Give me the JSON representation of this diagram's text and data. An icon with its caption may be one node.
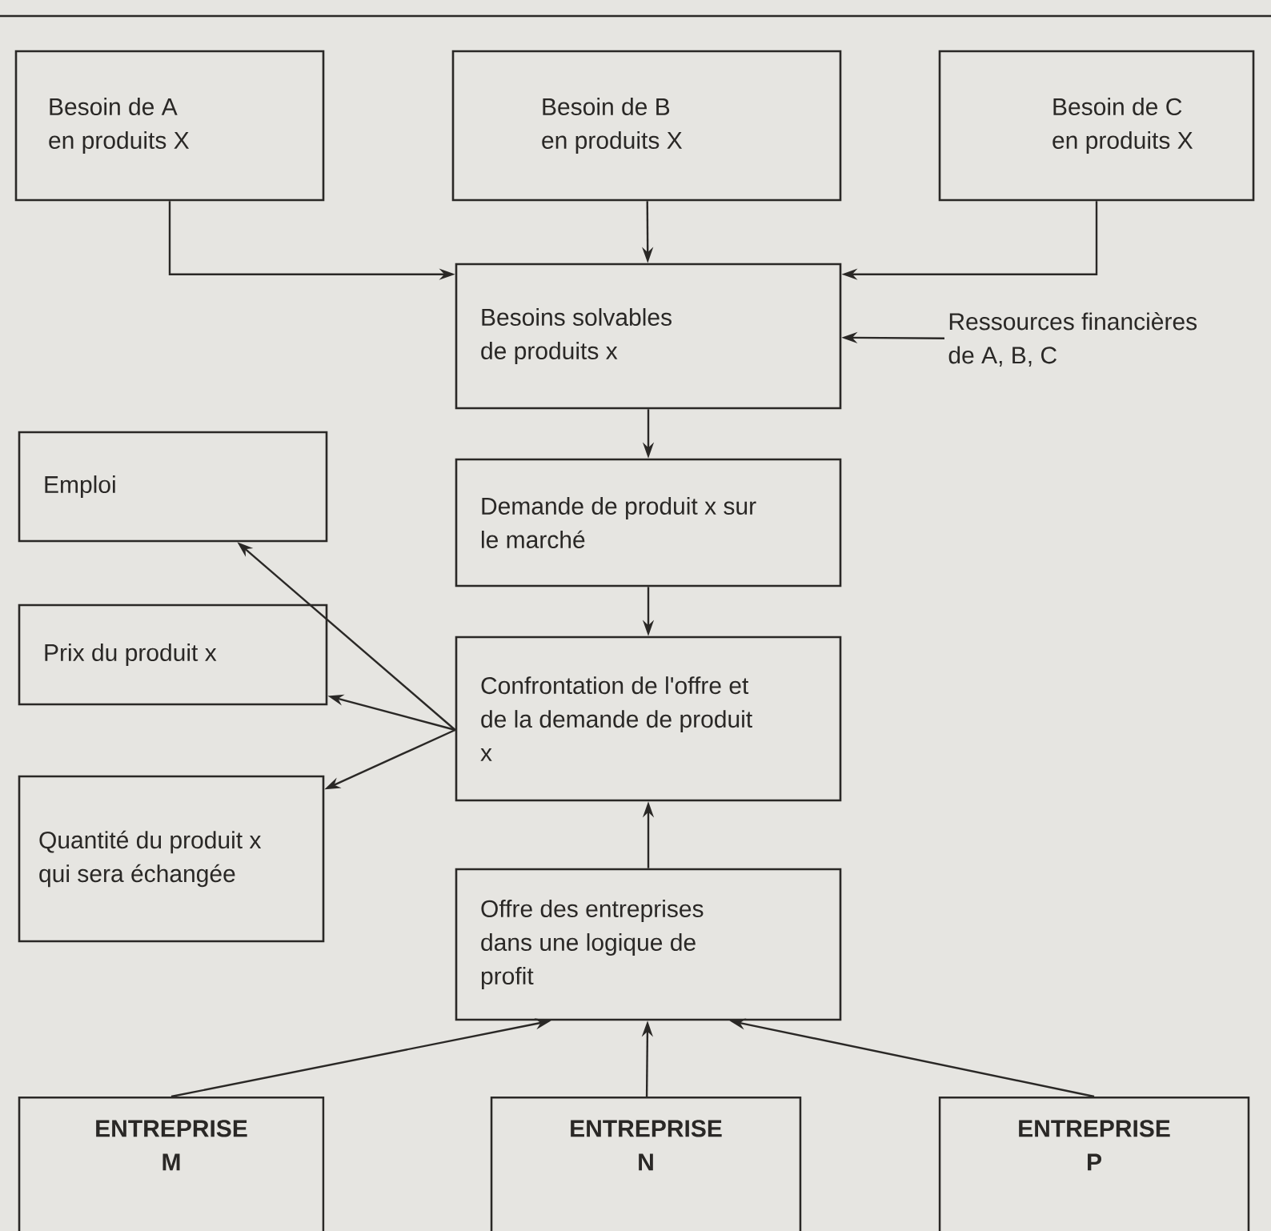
{
  "diagram": {
    "nodes": [
      {
        "text": [
          "Besoin de A en produits X"
        ]
      },
      {
        "text": [
          "Besoin de B en produits X"
        ]
      },
      {
        "text": [
          "Besoin de C en produits X"
        ]
      },
      {
        "text": [
          "Besoins solvables de produits x"
        ]
      },
      {
        "text": [
          "Ressources financières de A, B, C"
        ]
      },
      {
        "text": [
          "Demande de produit x sur le marché"
        ]
      },
      {
        "text": [
          "Emploi"
        ]
      },
      {
        "text": [
          "Prix du produit x"
        ]
      },
      {
        "text": [
          "Quantité du produit x qui sera échangée"
        ]
      },
      {
        "text": [
          "Confrontation de l'offre et de la demande de produit x"
        ]
      },
      {
        "text": [
          "Offre des entreprises dans une logique de profit"
        ]
      },
      {
        "text": [
          "ENTREPRISE M"
        ]
      },
      {
        "text": [
          "ENTREPRISE N"
        ]
      },
      {
        "text": [
          "ENTREPRISE P"
        ]
      }
    ],
    "edges": [
      {
        "from": 0,
        "to": 3,
        "arrow": "to"
      },
      {
        "from": 1,
        "to": 3,
        "arrow": "to"
      },
      {
        "from": 2,
        "to": 3,
        "arrow": "to"
      },
      {
        "from": 4,
        "to": 3,
        "arrow": "to"
      },
      {
        "from": 3,
        "to": 5,
        "arrow": "to"
      },
      {
        "from": 5,
        "to": 9,
        "arrow": "to"
      },
      {
        "from": 9,
        "to": 6,
        "arrow": "to"
      },
      {
        "from": 9,
        "to": 7,
        "arrow": "to"
      },
      {
        "from": 9,
        "to": 8,
        "arrow": "to"
      },
      {
        "from": 10,
        "to": 9,
        "arrow": "to"
      },
      {
        "from": 11,
        "to": 10,
        "arrow": "to"
      },
      {
        "from": 12,
        "to": 10,
        "arrow": "to"
      },
      {
        "from": 13,
        "to": 10,
        "arrow": "to"
      }
    ]
  }
}
